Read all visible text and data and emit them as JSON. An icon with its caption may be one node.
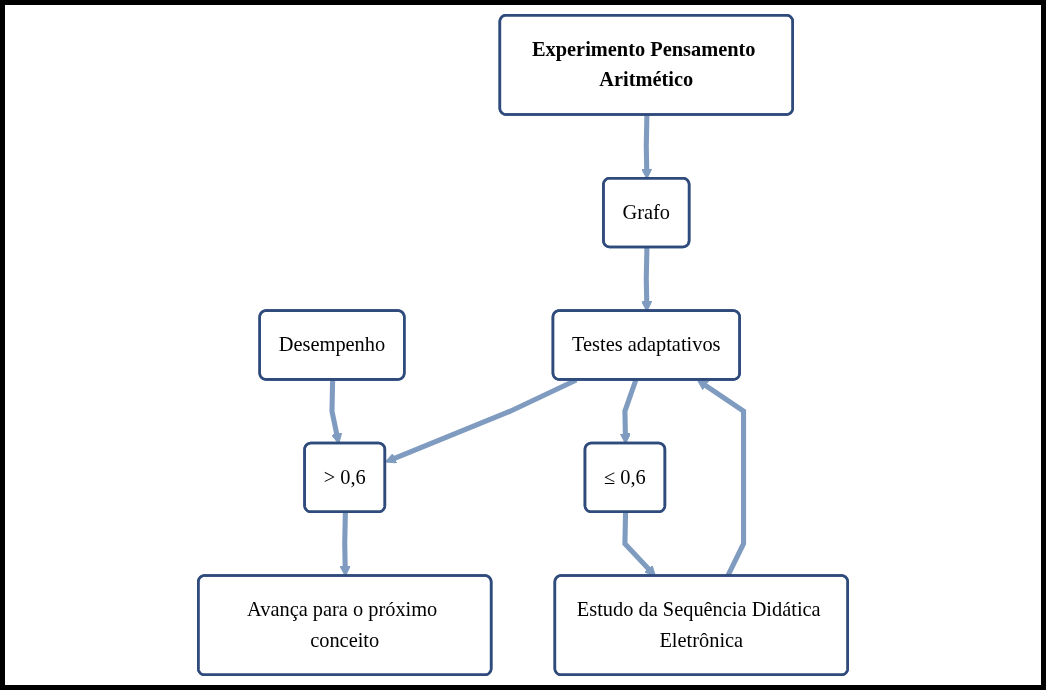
{
  "diagram": {
    "nodes": [
      {
        "text": [
          "Experimento Pensamento Aritmético"
        ]
      },
      {
        "text": [
          "Grafo"
        ]
      },
      {
        "text": [
          "Desempenho"
        ]
      },
      {
        "text": [
          "> 0,6"
        ]
      },
      {
        "text": [
          "Testes adaptativos"
        ]
      },
      {
        "text": [
          "Avança para o próximo conceito"
        ]
      },
      {
        "text": [
          "≤ 0,6"
        ]
      },
      {
        "text": [
          "Estudo da Sequência Didática Eletrônica"
        ]
      }
    ],
    "edges": [
      {
        "from": 0,
        "to": 1,
        "arrow": "to"
      },
      {
        "from": 1,
        "to": 4,
        "arrow": "to"
      },
      {
        "from": 2,
        "to": 3,
        "arrow": "to"
      },
      {
        "from": 4,
        "to": 3,
        "arrow": "to"
      },
      {
        "from": 4,
        "to": 6,
        "arrow": "to"
      },
      {
        "from": 3,
        "to": 5,
        "arrow": "to"
      },
      {
        "from": 6,
        "to": 7,
        "arrow": "to"
      },
      {
        "from": 7,
        "to": 4,
        "arrow": "to"
      }
    ]
  }
}
